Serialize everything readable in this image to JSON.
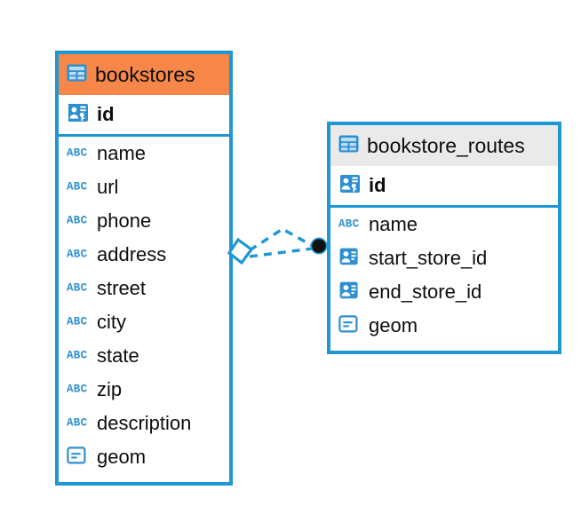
{
  "diagram": {
    "kind": "entity-relationship-diagram",
    "background": "#FFFFFF",
    "accent_color": "#1E97D4",
    "selected_header_color": "#F78748",
    "header_color": "#EAEAEA",
    "tables": [
      {
        "name": "bookstores",
        "selected": true,
        "table_icon": "table-icon",
        "fields": [
          {
            "label": "id",
            "icon": "primary-key-icon",
            "key": true
          },
          {
            "label": "name",
            "icon": "text-abc-icon",
            "key": false
          },
          {
            "label": "url",
            "icon": "text-abc-icon",
            "key": false
          },
          {
            "label": "phone",
            "icon": "text-abc-icon",
            "key": false
          },
          {
            "label": "address",
            "icon": "text-abc-icon",
            "key": false
          },
          {
            "label": "street",
            "icon": "text-abc-icon",
            "key": false
          },
          {
            "label": "city",
            "icon": "text-abc-icon",
            "key": false
          },
          {
            "label": "state",
            "icon": "text-abc-icon",
            "key": false
          },
          {
            "label": "zip",
            "icon": "text-abc-icon",
            "key": false
          },
          {
            "label": "description",
            "icon": "text-abc-icon",
            "key": false
          },
          {
            "label": "geom",
            "icon": "geometry-icon",
            "key": false
          }
        ]
      },
      {
        "name": "bookstore_routes",
        "selected": false,
        "table_icon": "table-icon",
        "fields": [
          {
            "label": "id",
            "icon": "primary-key-icon",
            "key": true
          },
          {
            "label": "name",
            "icon": "text-abc-icon",
            "key": false
          },
          {
            "label": "start_store_id",
            "icon": "foreign-key-icon",
            "key": false
          },
          {
            "label": "end_store_id",
            "icon": "foreign-key-icon",
            "key": false
          },
          {
            "label": "geom",
            "icon": "geometry-icon",
            "key": false
          }
        ]
      }
    ],
    "relationships": [
      {
        "from": "bookstores.id",
        "to": "bookstore_routes.start_store_id",
        "style": "dashed",
        "source_marker": "diamond-handle",
        "target_marker": "filled-circle"
      },
      {
        "from": "bookstores.id",
        "to": "bookstore_routes.end_store_id",
        "style": "dashed",
        "source_marker": "diamond-handle",
        "target_marker": "filled-circle"
      }
    ]
  }
}
